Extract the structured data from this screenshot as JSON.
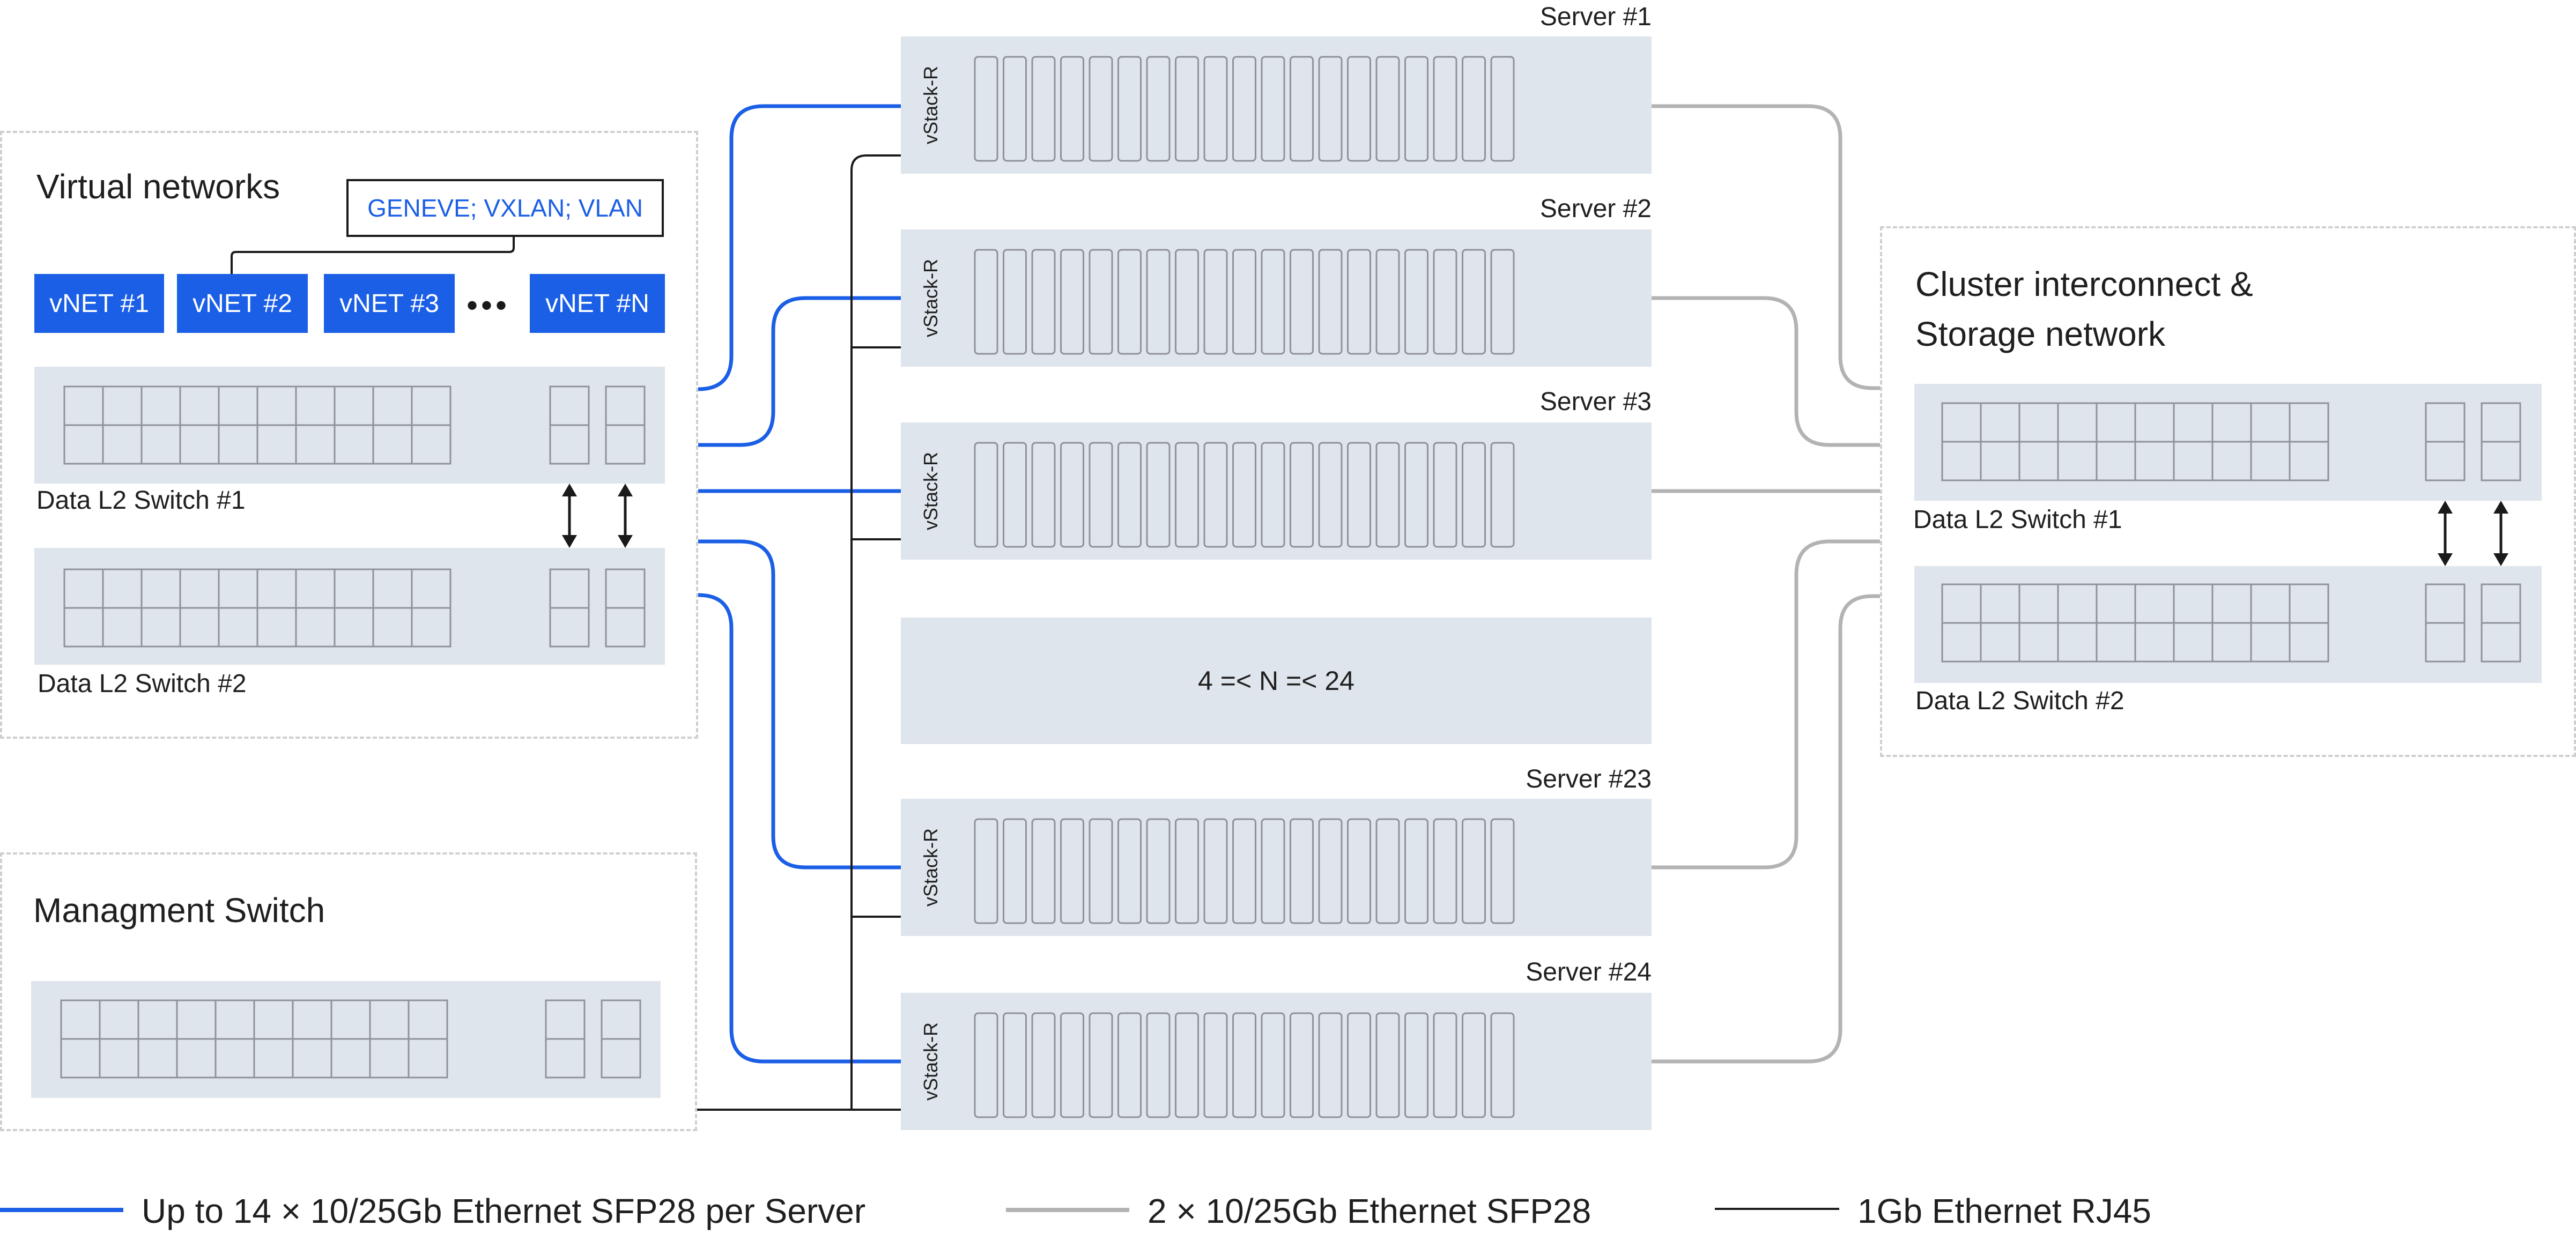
{
  "colors": {
    "blue": "#1b5fe6",
    "gray": "#b3b3b3",
    "black": "#1a1a1a",
    "panel": "#dfe5ec",
    "port_stroke": "#8f9399"
  },
  "virtual_group": {
    "title": "Virtual networks",
    "protocols": "GENEVE; VXLAN; VLAN",
    "vnets": [
      "vNET #1",
      "vNET #2",
      "vNET #3",
      "vNET #N"
    ],
    "dots": "•••",
    "switch1_label": "Data L2 Switch #1",
    "switch2_label": "Data L2 Switch #2"
  },
  "mgmt_group": {
    "title": "Managment Switch"
  },
  "cluster_group": {
    "title_line1": "Cluster interconnect &",
    "title_line2": "Storage network",
    "switch1_label": "Data L2 Switch #1",
    "switch2_label": "Data L2 Switch #2"
  },
  "servers": [
    {
      "label": "Server #1",
      "brand": "vStack-R"
    },
    {
      "label": "Server #2",
      "brand": "vStack-R"
    },
    {
      "label": "Server #3",
      "brand": "vStack-R"
    },
    {
      "label": "Server #23",
      "brand": "vStack-R"
    },
    {
      "label": "Server #24",
      "brand": "vStack-R"
    }
  ],
  "range_label": "4 =< N =< 24",
  "legend": [
    {
      "label": "Up to 14 × 10/25Gb Ethernet SFP28 per Server",
      "color": "#1b5fe6"
    },
    {
      "label": "2 × 10/25Gb Ethernet SFP28",
      "color": "#b3b3b3"
    },
    {
      "label": "1Gb Ethernet RJ45",
      "color": "#1a1a1a"
    }
  ]
}
